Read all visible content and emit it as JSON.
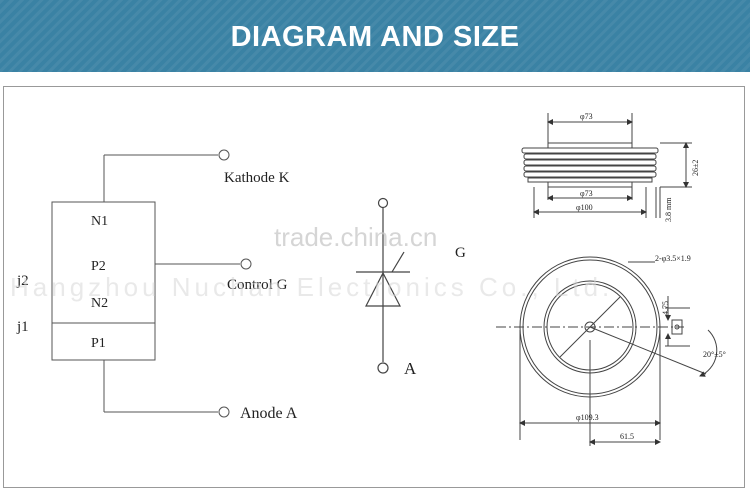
{
  "banner": {
    "title": "DIAGRAM AND SIZE"
  },
  "structure": {
    "layers": [
      "N1",
      "P2",
      "N2",
      "P1"
    ],
    "junctions": [
      "j2",
      "j1"
    ],
    "terminals": {
      "kathode": "Kathode K",
      "control": "Control G",
      "anode": "Anode A"
    }
  },
  "symbol": {
    "gate": "G",
    "anode": "A"
  },
  "dimensions": {
    "top_dia": "φ73",
    "height": "26±2",
    "inner_dia": "φ73",
    "outer_dia": "φ100",
    "flange": "3.8 mm",
    "holes": "2-φ3.5×1.9",
    "offset": "4.75",
    "angle": "20°±5°",
    "plan_dia": "φ109.3",
    "radius": "61.5"
  },
  "watermark": {
    "main": "trade.china.cn",
    "company": "Hangzhou Nuchan Electronics Co., Ltd."
  }
}
